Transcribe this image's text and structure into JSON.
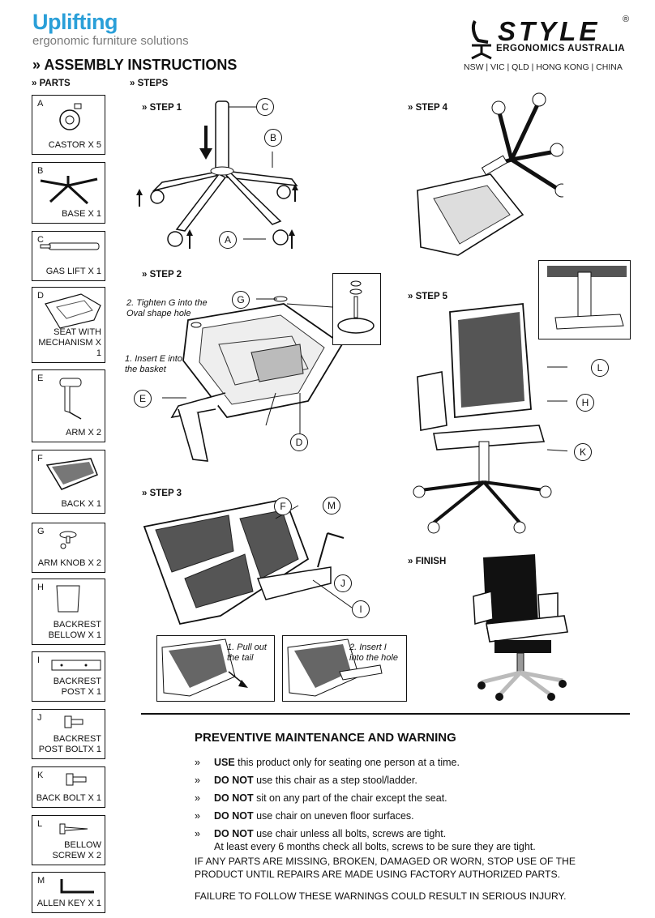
{
  "header": {
    "brand": "Uplifting",
    "brand_sub": "ergonomic furniture solutions",
    "doc_title": "» ASSEMBLY INSTRUCTIONS",
    "style_logo": "STYLE",
    "style_reg": "®",
    "style_sub": "ERGONOMICS AUSTRALIA",
    "regions": "NSW | VIC | QLD | HONG KONG | CHINA"
  },
  "parts_label": "» PARTS",
  "steps_label": "» STEPS",
  "parts": [
    {
      "letter": "A",
      "name": "CASTOR X 5"
    },
    {
      "letter": "B",
      "name": "BASE X 1"
    },
    {
      "letter": "C",
      "name": "GAS LIFT X 1"
    },
    {
      "letter": "D",
      "name": "SEAT WITH MECHANISM X 1"
    },
    {
      "letter": "E",
      "name": "ARM X 2"
    },
    {
      "letter": "F",
      "name": "BACK X 1"
    },
    {
      "letter": "G",
      "name": "ARM KNOB X 2"
    },
    {
      "letter": "H",
      "name": "BACKREST BELLOW X 1"
    },
    {
      "letter": "I",
      "name": "BACKREST POST X 1"
    },
    {
      "letter": "J",
      "name": "BACKREST POST BOLTX 1"
    },
    {
      "letter": "K",
      "name": "BACK BOLT X 1"
    },
    {
      "letter": "L",
      "name": "BELLOW SCREW X 2"
    },
    {
      "letter": "M",
      "name": "ALLEN KEY X 1"
    }
  ],
  "steps": {
    "step1": "» STEP 1",
    "step2": "» STEP 2",
    "step3": "» STEP 3",
    "step4": "» STEP 4",
    "step5": "» STEP 5",
    "finish": "» FINISH"
  },
  "callouts": {
    "a": "A",
    "b": "B",
    "c": "C",
    "d": "D",
    "e": "E",
    "f": "F",
    "g": "G",
    "h": "H",
    "i": "I",
    "j": "J",
    "k": "K",
    "l": "L",
    "m": "M"
  },
  "notes": {
    "tighten": "2. Tighten G into the Oval shape hole",
    "insert_e": "1. Insert E into the basket",
    "pull_out": "1. Pull out the tail",
    "insert_i": "2. Insert I into the hole"
  },
  "maintenance": {
    "title": "PREVENTIVE MAINTENANCE AND WARNING",
    "items": [
      {
        "bold": "USE",
        "text": " this product only for seating one person at a time."
      },
      {
        "bold": "DO NOT",
        "text": " use this chair as a step stool/ladder."
      },
      {
        "bold": "DO NOT",
        "text": " sit on any part of the chair except the seat."
      },
      {
        "bold": "DO NOT",
        "text": " use chair on uneven floor surfaces."
      },
      {
        "bold": "DO NOT",
        "text": " use chair unless all bolts, screws are tight."
      }
    ],
    "item5_line2": "At least every 6 months check all bolts, screws to be sure they are tight.",
    "bullet": "»",
    "para1": "IF ANY PARTS ARE MISSING, BROKEN, DAMAGED OR WORN, STOP USE OF THE PRODUCT UNTIL REPAIRS ARE MADE USING FACTORY AUTHORIZED PARTS.",
    "para2": "FAILURE TO FOLLOW THESE WARNINGS COULD RESULT IN SERIOUS INJURY."
  }
}
